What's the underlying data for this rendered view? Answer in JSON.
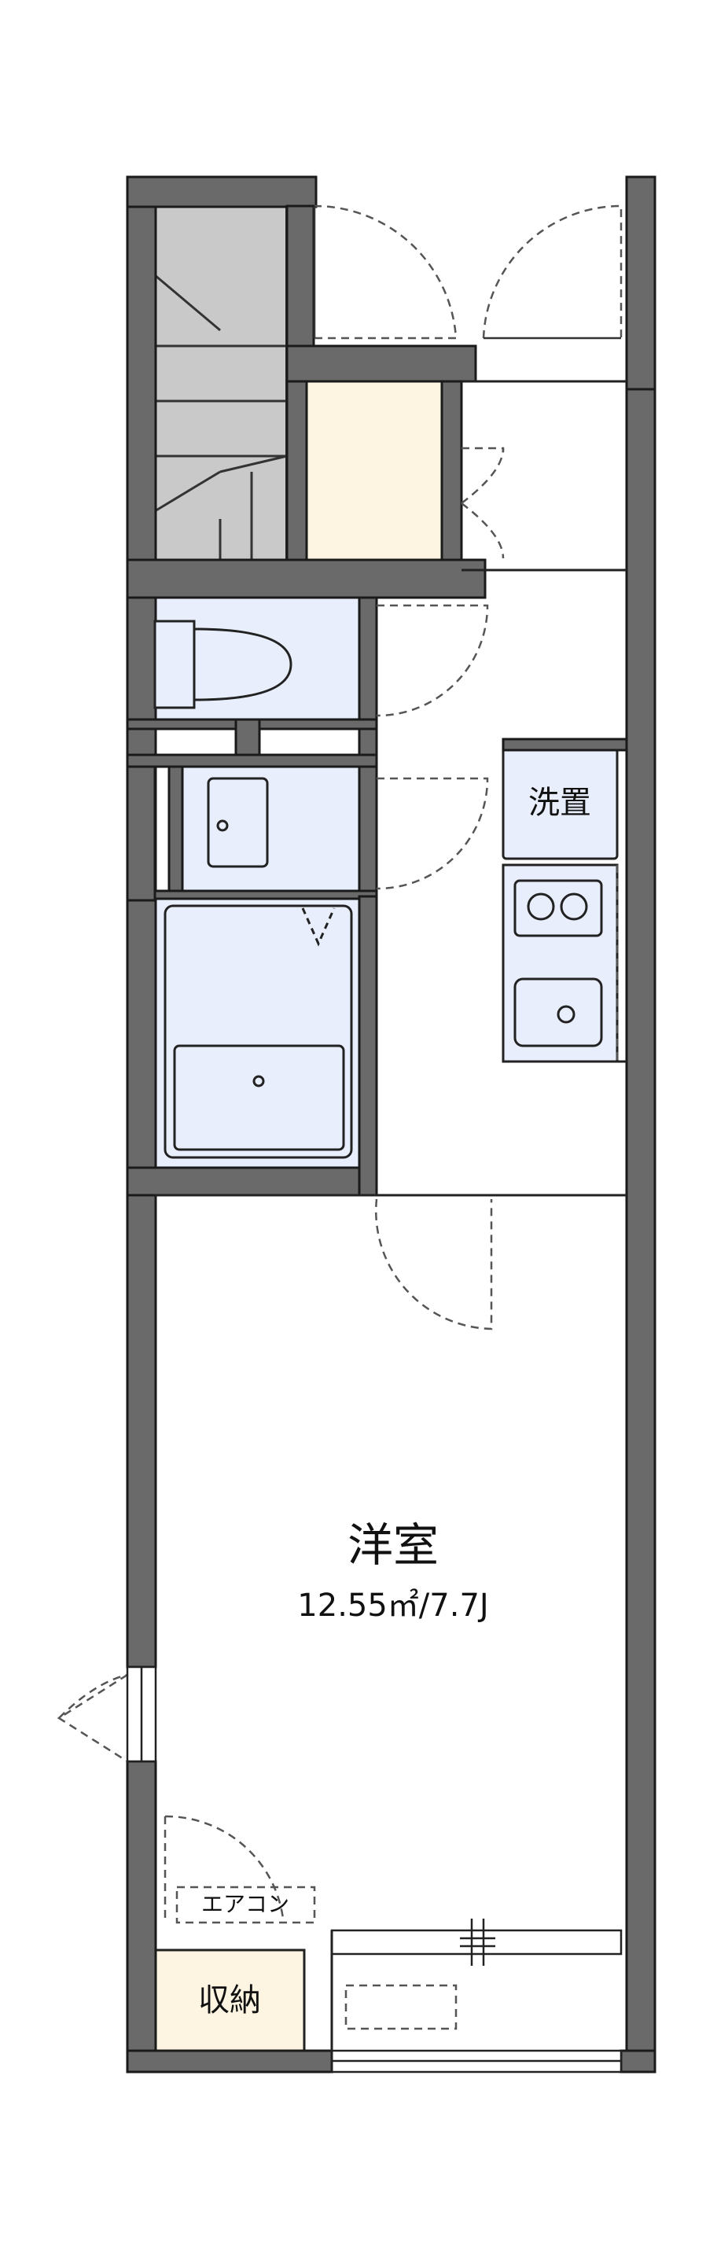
{
  "rooms": {
    "western_room": {
      "name": "洋室",
      "area": "12.55㎡/7.7J"
    },
    "washer": {
      "label": "洗置"
    },
    "storage": {
      "label": "収納"
    },
    "aircon": {
      "label": "エアコン"
    }
  },
  "colors": {
    "wall": "#6a6a6a",
    "wall_outline": "#1a1a1a",
    "bath_fill": "#e8eefc",
    "entry_fill": "#fdf4e2",
    "storage_fill": "#fdf4e2",
    "stairs_fill": "#c9c9c9",
    "door_line": "#555555"
  }
}
